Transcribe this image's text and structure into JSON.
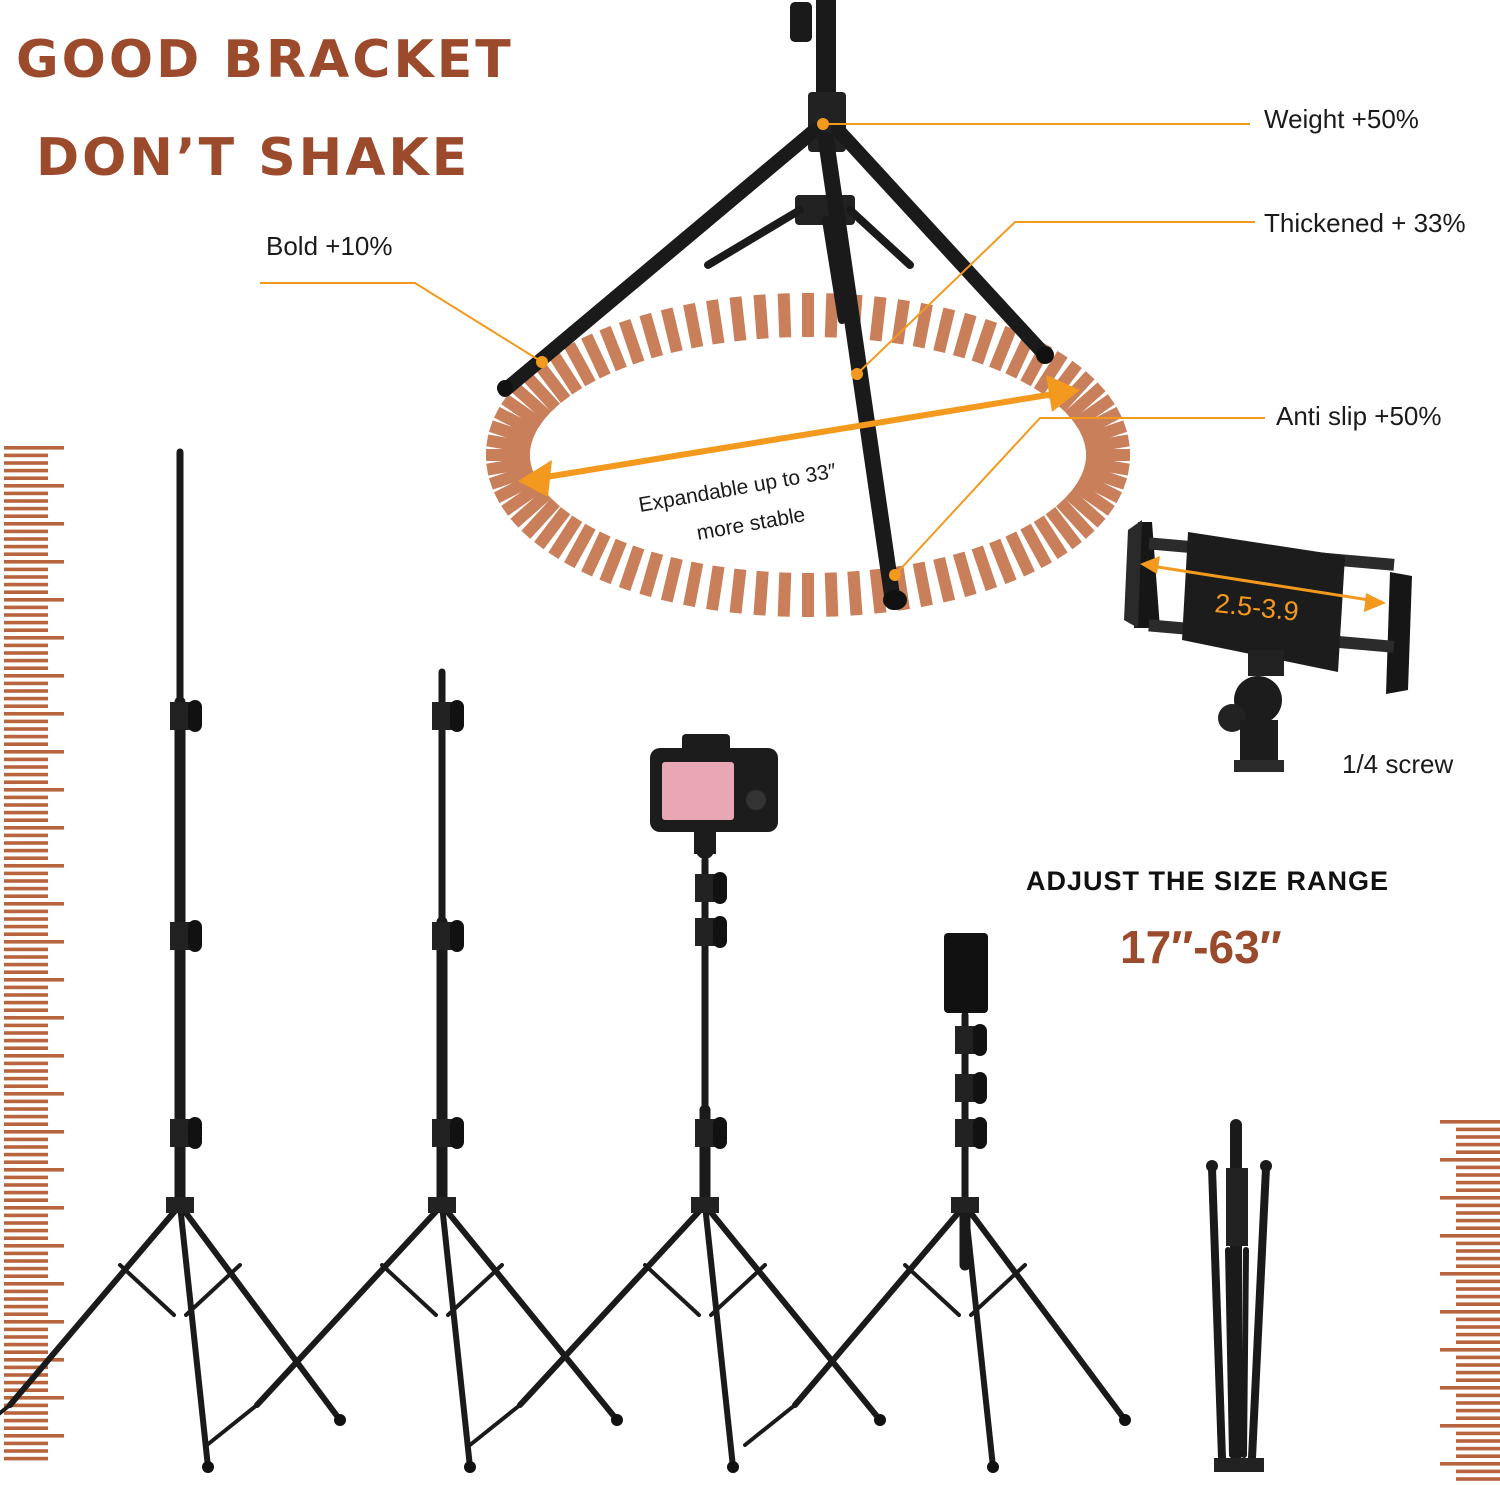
{
  "headline": {
    "line1": "GOOD BRACKET",
    "line2": "DON’T SHAKE"
  },
  "callouts": {
    "weight": "Weight +50%",
    "thickened": "Thickened + 33%",
    "bold": "Bold +10%",
    "anti_slip": "Anti slip +50%",
    "screw": "1/4 screw"
  },
  "expand": {
    "line1": "Expandable up to  33″",
    "line2": "more   stable"
  },
  "holder_range": "2.5-3.9",
  "size": {
    "title": "ADJUST THE SIZE RANGE",
    "range": "17″-63″"
  },
  "colors": {
    "brand": "#9b4a2c",
    "accent_orange": "#f39a1e",
    "ring": "#c97f5a",
    "ruler": "#b8653e",
    "metal": "#1a1a1a"
  },
  "icons": [
    "tripod-icon",
    "phone-holder-icon",
    "camera-icon",
    "ruler-icon"
  ]
}
